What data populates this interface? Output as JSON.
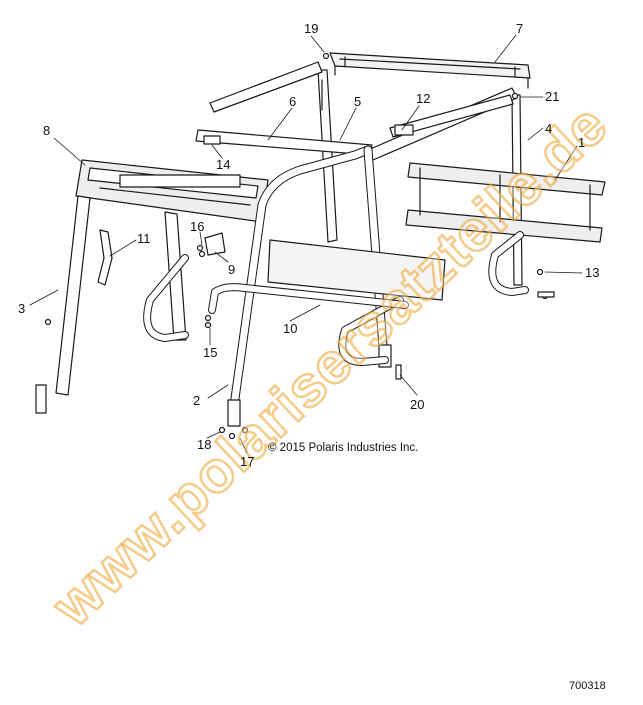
{
  "callouts": [
    {
      "id": "1",
      "text": "1"
    },
    {
      "id": "2",
      "text": "2"
    },
    {
      "id": "3",
      "text": "3"
    },
    {
      "id": "4",
      "text": "4"
    },
    {
      "id": "5",
      "text": "5"
    },
    {
      "id": "6",
      "text": "6"
    },
    {
      "id": "7",
      "text": "7"
    },
    {
      "id": "8",
      "text": "8"
    },
    {
      "id": "9",
      "text": "9"
    },
    {
      "id": "10",
      "text": "10"
    },
    {
      "id": "11",
      "text": "11"
    },
    {
      "id": "12",
      "text": "12"
    },
    {
      "id": "13",
      "text": "13"
    },
    {
      "id": "14",
      "text": "14"
    },
    {
      "id": "15",
      "text": "15"
    },
    {
      "id": "16",
      "text": "16"
    },
    {
      "id": "17",
      "text": "17"
    },
    {
      "id": "18",
      "text": "18"
    },
    {
      "id": "19",
      "text": "19"
    },
    {
      "id": "20",
      "text": "20"
    },
    {
      "id": "21",
      "text": "21"
    }
  ],
  "copyright": "© 2015 Polaris Industries Inc.",
  "figure_id": "700318",
  "watermark": "www.polarisersatzteile.de",
  "colors": {
    "line": "#1a1a1a",
    "shade": "#e8e8e8",
    "watermark": "#eca028"
  }
}
